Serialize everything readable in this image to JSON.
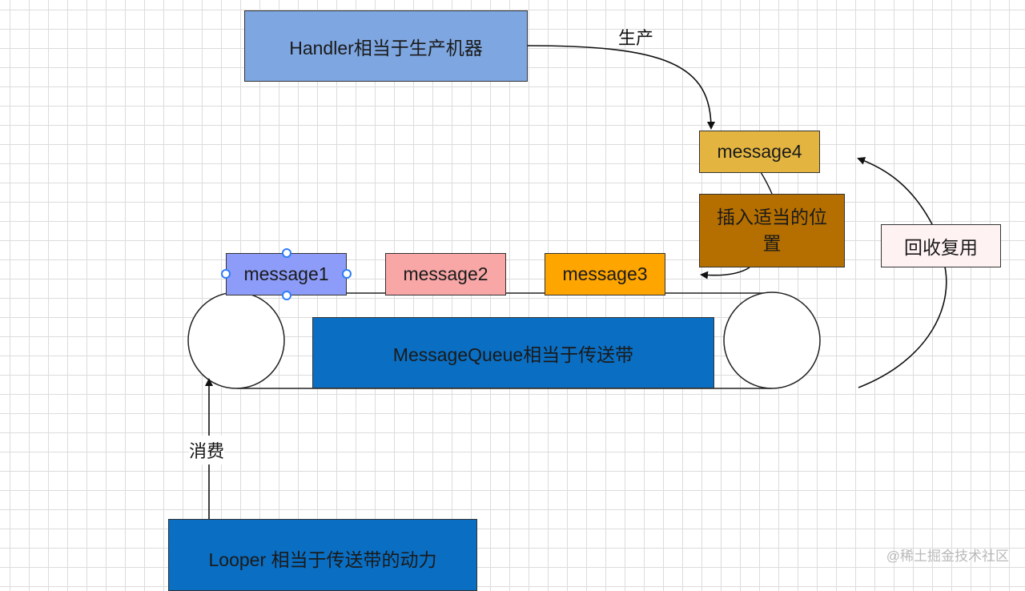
{
  "nodes": {
    "handler": "Handler相当于生产机器",
    "message1": "message1",
    "message2": "message2",
    "message3": "message3",
    "message4": "message4",
    "insert_position": "插入适当的位置",
    "message_queue": "MessageQueue相当于传送带",
    "looper": "Looper 相当于传送带的动力",
    "recycle": "回收复用"
  },
  "edge_labels": {
    "produce": "生产",
    "consume": "消费"
  },
  "colors": {
    "handler_fill": "#7ea6e0",
    "message1_fill": "#8c9cf8",
    "message2_fill": "#f8a6a6",
    "message3_fill": "#ffa500",
    "message4_fill": "#e3b540",
    "insert_fill": "#b56f00",
    "queue_fill": "#0a6ec2",
    "looper_fill": "#0a6ec2",
    "recycle_fill": "#fff2f2",
    "selection_handle": "#2f7df6"
  },
  "watermark": "@稀土掘金技术社区"
}
